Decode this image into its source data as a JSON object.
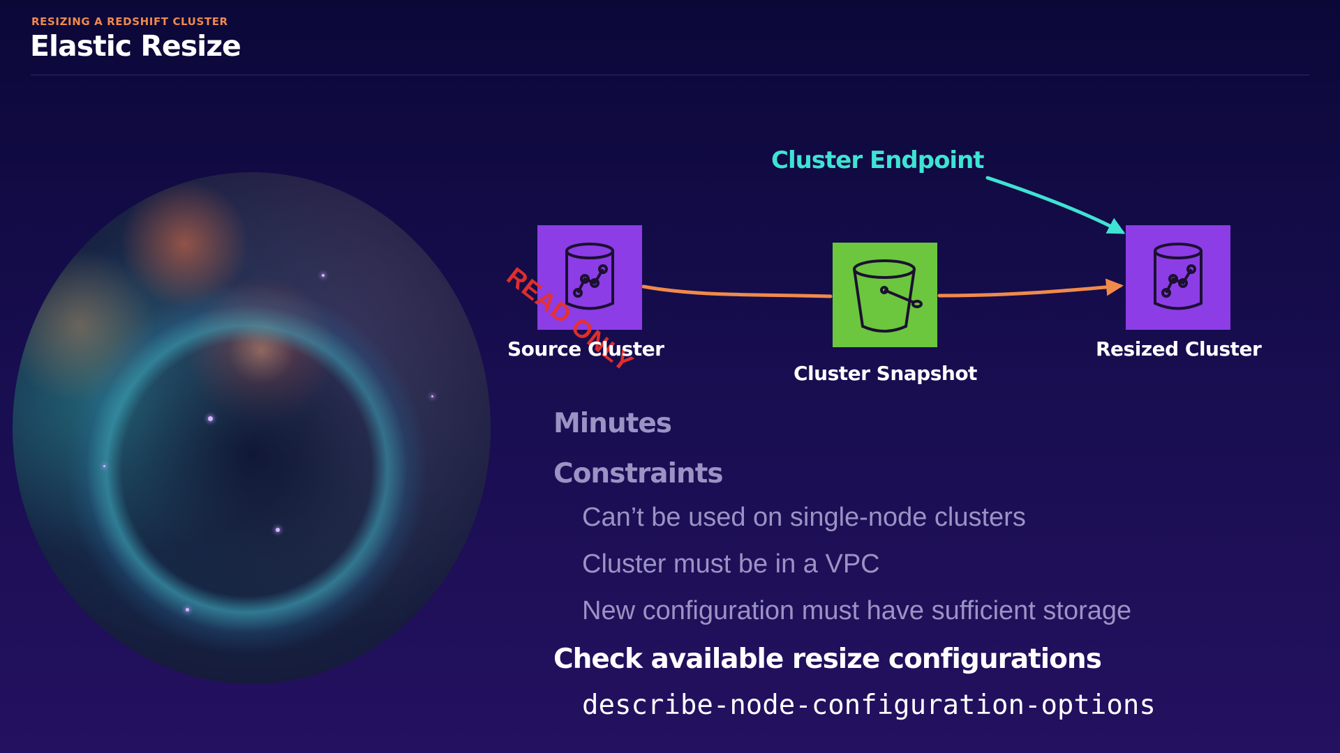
{
  "header": {
    "eyebrow": "RESIZING A REDSHIFT CLUSTER",
    "title": "Elastic Resize"
  },
  "diagram": {
    "source": {
      "label": "Source Cluster",
      "icon": "redshift-cluster-icon",
      "color": "#8c3de6"
    },
    "snapshot": {
      "label": "Cluster Snapshot",
      "icon": "s3-bucket-icon",
      "color": "#6cc63e"
    },
    "resized": {
      "label": "Resized Cluster",
      "icon": "redshift-cluster-icon",
      "color": "#8c3de6"
    },
    "endpoint_label": "Cluster Endpoint",
    "stamp": "READ ONLY",
    "colors": {
      "flow_arrow": "#f08a4b",
      "endpoint_arrow": "#3fe3d3",
      "stamp": "#e8312a"
    }
  },
  "content": {
    "minutes": "Minutes",
    "constraints": "Constraints",
    "constraint_items": [
      "Can’t be used on single-node clusters",
      "Cluster must be in a VPC",
      "New configuration must have sufficient storage"
    ],
    "check_heading": "Check available resize configurations",
    "command": "describe-node-configuration-options"
  },
  "image": {
    "icon": "nebula-image"
  }
}
